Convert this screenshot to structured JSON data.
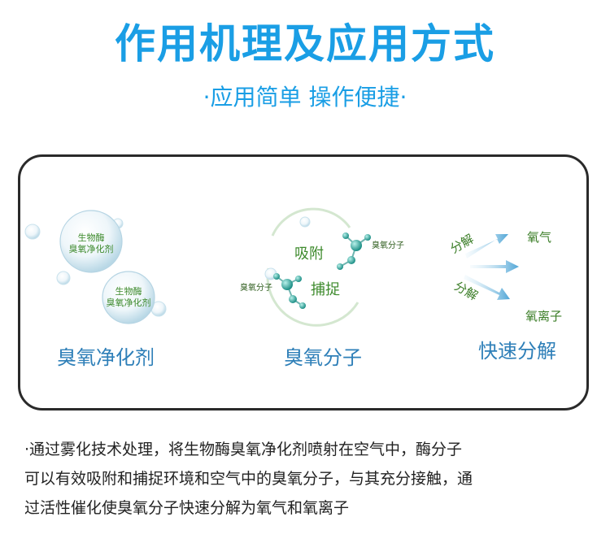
{
  "header": {
    "title": "作用机理及应用方式",
    "subtitle": "·应用简单 操作便捷·"
  },
  "panel": {
    "stage1": {
      "caption": "臭氧净化剂",
      "bubble_line1": "生物酶",
      "bubble_line2": "臭氧净化剂",
      "bubble2_line1": "生物酶",
      "bubble2_line2": "臭氧净化剂"
    },
    "stage2": {
      "caption": "臭氧分子",
      "label_adsorb": "吸附",
      "label_capture": "捕捉",
      "molecule_label_right": "臭氧分子",
      "molecule_label_left": "臭氧分子"
    },
    "stage3": {
      "caption": "快速分解",
      "arrow_label_top": "分解",
      "arrow_label_bottom": "分解",
      "product_top": "氧气",
      "product_bottom": "氧离子"
    }
  },
  "description": {
    "line1": "·通过雾化技术处理，将生物酶臭氧净化剂喷射在空气中，酶分子",
    "line2": "可以有效吸附和捕捉环境和空气中的臭氧分子，与其充分接触，通",
    "line3": "过活性催化使臭氧分子快速分解为氧气和氧离子"
  },
  "colors": {
    "title_blue": "#1a9ee5",
    "caption_blue": "#2e7fb8",
    "green": "#3d8a2c",
    "panel_border": "#2a2a2a"
  }
}
